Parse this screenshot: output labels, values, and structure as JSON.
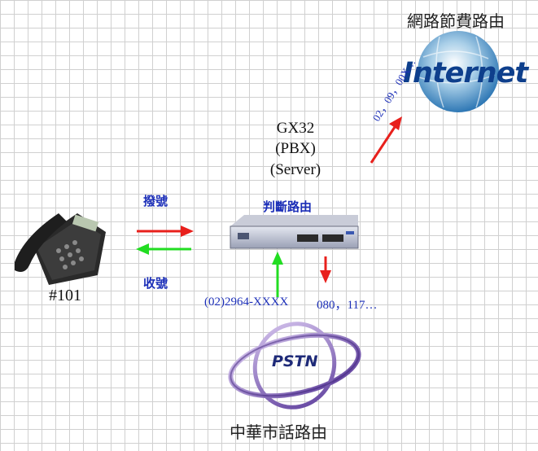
{
  "labels": {
    "internet_routing": "網路節費路由",
    "internet_logo": "Internet",
    "server_line1": "GX32",
    "server_line2": "(PBX)",
    "server_line3": "(Server)",
    "route_decision": "判斷路由",
    "dial": "撥號",
    "receive": "收號",
    "extension": "#101",
    "internet_prefixes": "02，09，00X…",
    "inbound_number": "(02)2964-XXXX",
    "outbound_prefixes": "080，117…",
    "pstn_logo": "PSTN",
    "pstn_routing": "中華市話路由"
  },
  "colors": {
    "arrow_red": "#e8201c",
    "arrow_green": "#22dd22",
    "label_blue": "#1c2fb8"
  }
}
